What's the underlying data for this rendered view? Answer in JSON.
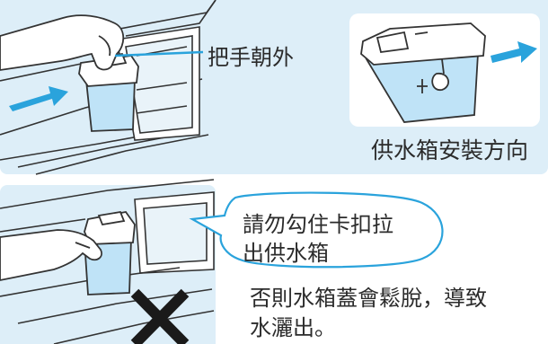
{
  "top_left": {
    "handle_label": "把手朝外"
  },
  "top_right": {
    "direction_label": "供水箱安裝方向"
  },
  "bottom": {
    "bubble_line1": "請勿勾住卡扣拉",
    "bubble_line2": "出供水箱",
    "warning_line1": "否則水箱蓋會鬆脫，導致",
    "warning_line2": "水灑出。"
  },
  "colors": {
    "panel": "#ddeef8",
    "arrow": "#2aa3dc",
    "tank": "#bfe3f7",
    "line": "#333333",
    "cross": "#1a1a1a"
  }
}
